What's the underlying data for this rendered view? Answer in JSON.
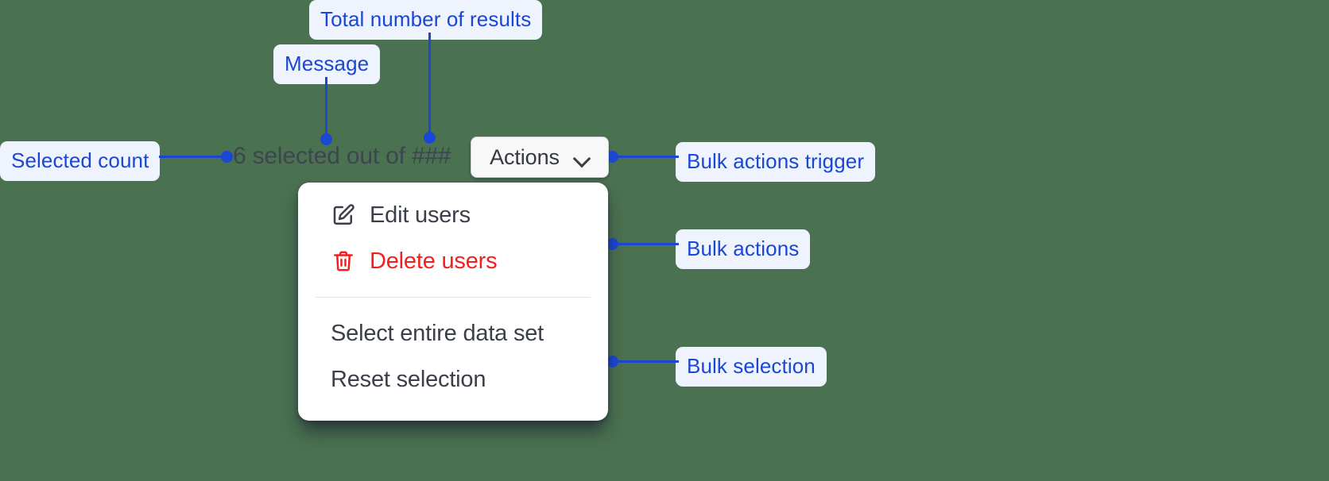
{
  "background_color": "#4a7150",
  "accent_color": "#1a47d4",
  "callout_bg": "#eef3fe",
  "danger_color": "#f02020",
  "annotations": [
    {
      "id": "total-results",
      "label": "Total number of results"
    },
    {
      "id": "message",
      "label": "Message"
    },
    {
      "id": "selected-count",
      "label": "Selected count"
    },
    {
      "id": "bulk-actions-trigger",
      "label": "Bulk actions trigger"
    },
    {
      "id": "bulk-actions",
      "label": "Bulk actions"
    },
    {
      "id": "bulk-selection",
      "label": "Bulk selection"
    }
  ],
  "selection_bar": {
    "count": "6",
    "message": "selected out of",
    "total": "###",
    "summary_text": "6 selected out of ###",
    "trigger": {
      "label": "Actions",
      "icon": "chevron-down-icon"
    }
  },
  "dropdown": {
    "bulk_actions": [
      {
        "label": "Edit users",
        "icon": "edit-pencil-icon",
        "variant": "default"
      },
      {
        "label": "Delete users",
        "icon": "trash-icon",
        "variant": "danger"
      }
    ],
    "bulk_selection": [
      {
        "label": "Select entire data set",
        "icon": null,
        "variant": "default"
      },
      {
        "label": "Reset selection",
        "icon": null,
        "variant": "default"
      }
    ]
  }
}
